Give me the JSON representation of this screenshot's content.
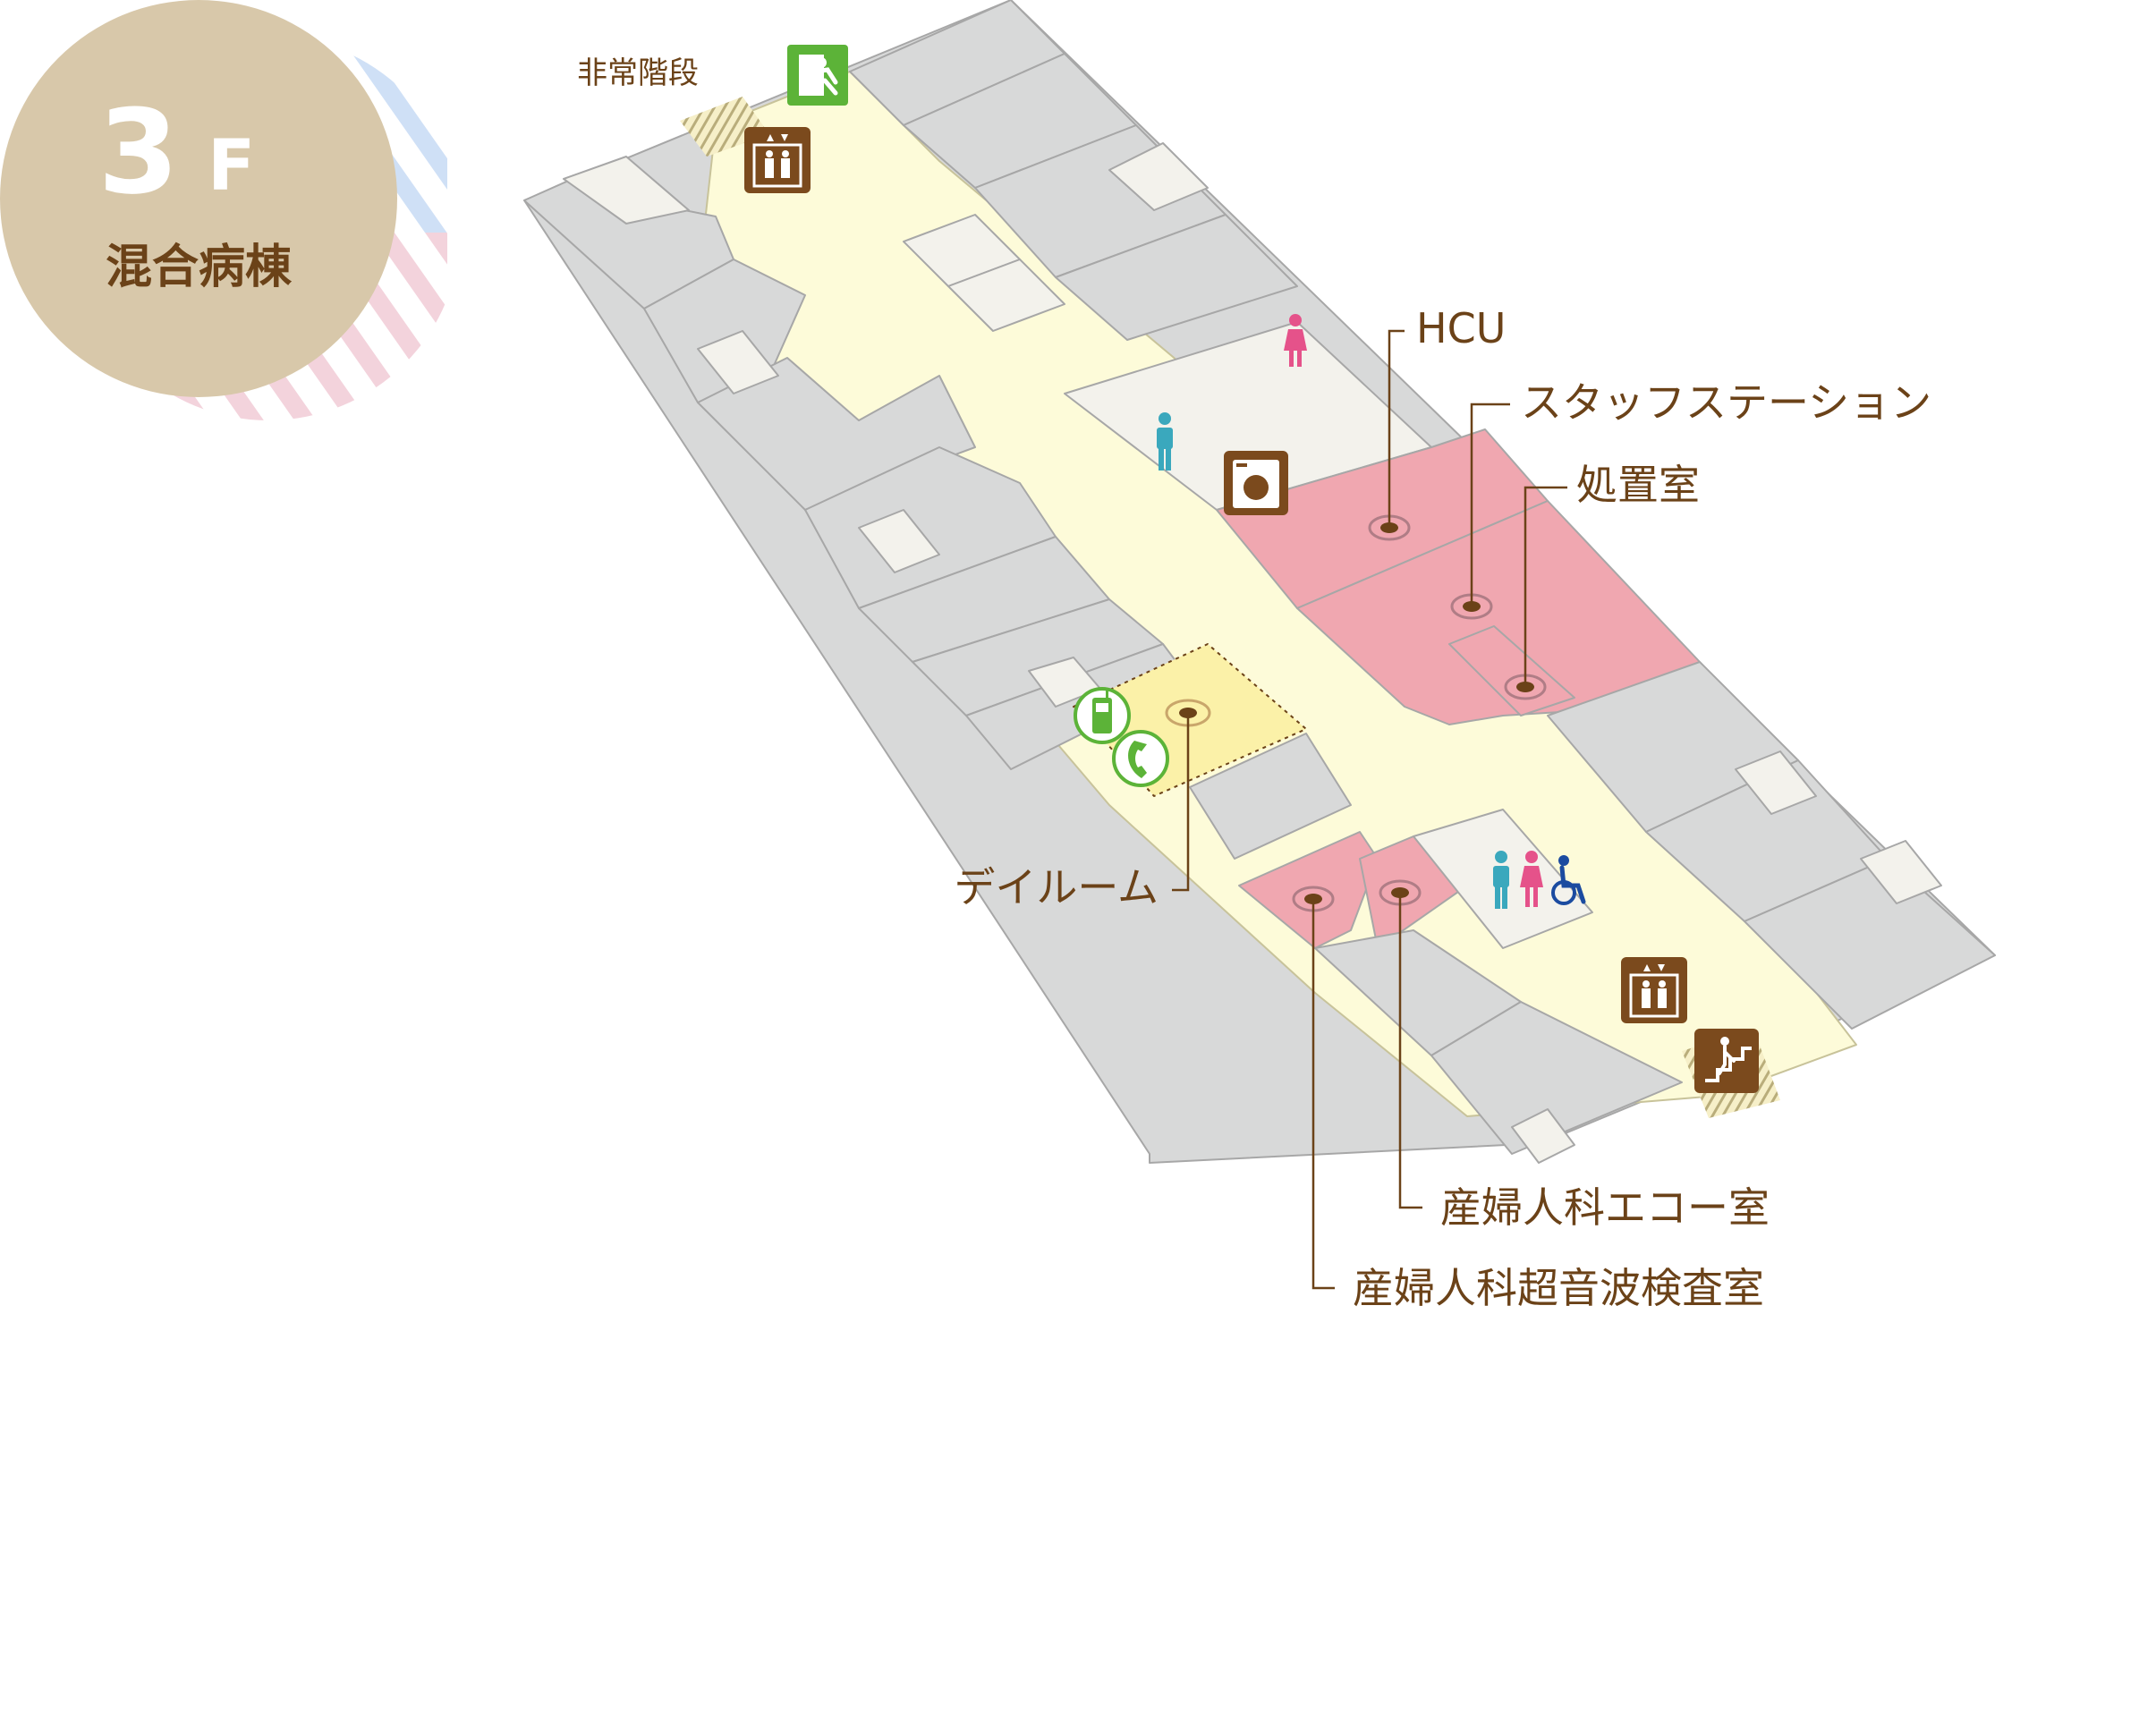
{
  "floor_badge": {
    "floor": "3",
    "floor_suffix": "F",
    "building": "混合病棟",
    "badge_color": "#d8c8aa"
  },
  "labels": {
    "emergency_stairs": "非常階段",
    "hcu": "HCU",
    "staff_station": "スタッフステーション",
    "treatment_room": "処置室",
    "day_room": "デイルーム",
    "obgyn_echo_room": "産婦人科エコー室",
    "obgyn_ultrasound_room": "産婦人科超音波検査室"
  },
  "icons": {
    "emergency_exit": "emergency-exit-icon",
    "elevator": "elevator-icon",
    "stairs": "stairs-icon",
    "restroom_male": "male-restroom-icon",
    "restroom_female": "female-restroom-icon",
    "accessible": "wheelchair-icon",
    "laundry": "washing-machine-icon",
    "mobile_phone": "mobile-phone-area-icon",
    "telephone": "public-telephone-icon"
  },
  "colors": {
    "highlight_room": "#f0a7b0",
    "day_room": "#fbf1a8",
    "corridor": "#fdfbd9",
    "room": "#d8d9d9",
    "wall": "#a9a9a9",
    "label_text": "#6b4218",
    "icon_brown": "#7b4a1d",
    "icon_green": "#5cb338",
    "male_color": "#3aa8bd",
    "female_color": "#e5528a",
    "accessible_color": "#1b4ba0"
  }
}
